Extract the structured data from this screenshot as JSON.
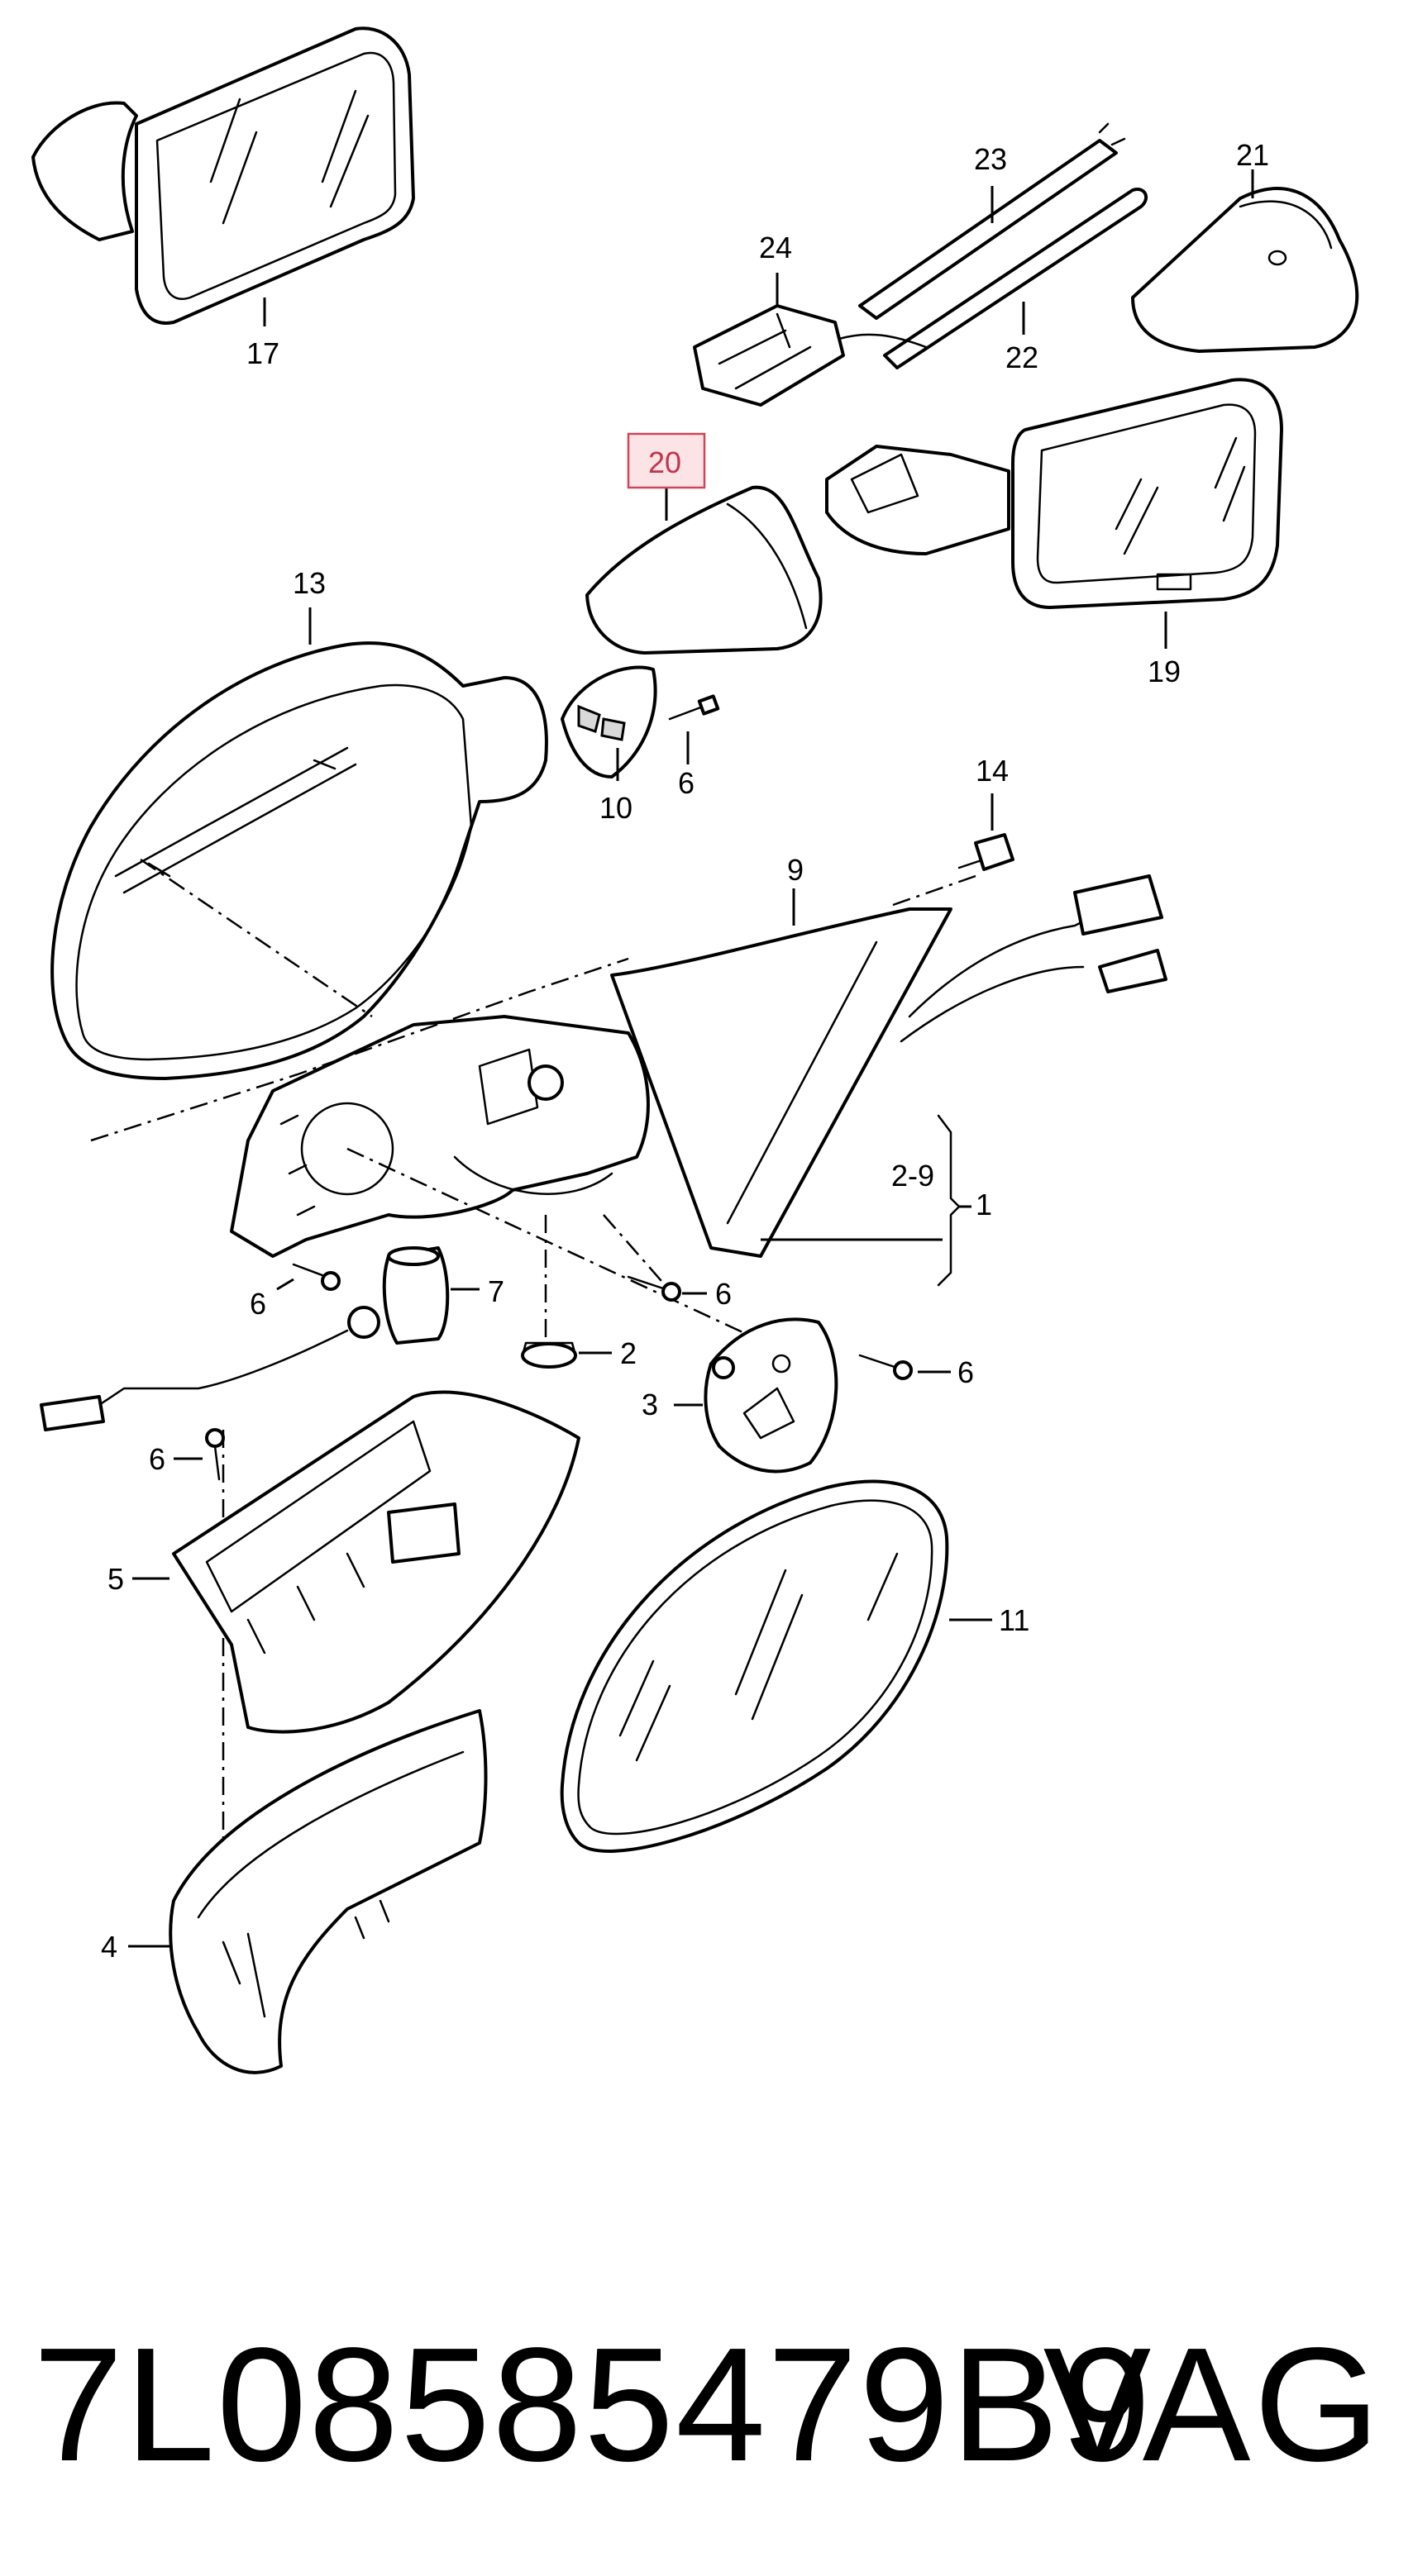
{
  "diagram": {
    "callouts": {
      "c17": "17",
      "c23": "23",
      "c24": "24",
      "c21": "21",
      "c22": "22",
      "c20": "20",
      "c13": "13",
      "c19": "19",
      "c10": "10",
      "c6a": "6",
      "c14": "14",
      "c9": "9",
      "c2_9": "2-9",
      "c1": "1",
      "c6b": "6",
      "c7": "7",
      "c6c": "6",
      "c2": "2",
      "c6d": "6",
      "c3": "3",
      "c6e": "6",
      "c5": "5",
      "c11": "11",
      "c4": "4"
    },
    "highlighted_part": "20",
    "highlight_color": "#d0455a"
  },
  "footer": {
    "part_number": "7L08585479B9",
    "brand": "VAG"
  }
}
